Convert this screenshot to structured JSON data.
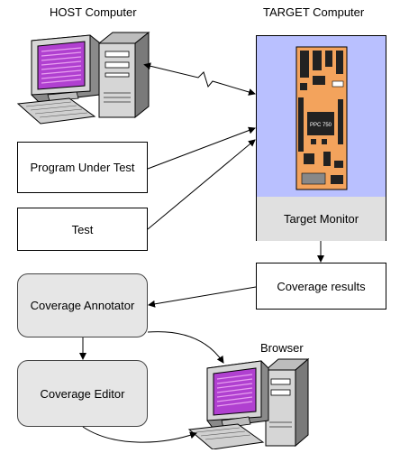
{
  "labels": {
    "host_title": "HOST Computer",
    "target_title": "TARGET Computer",
    "browser_title": "Browser",
    "chip_text": "PPC 750"
  },
  "boxes": {
    "program_under_test": "Program Under Test",
    "test": "Test",
    "target_monitor": "Target Monitor",
    "coverage_results": "Coverage results",
    "coverage_annotator": "Coverage Annotator",
    "coverage_editor": "Coverage Editor"
  },
  "colors": {
    "screen": "#b040d0",
    "screen_lines": "#e8a0f0",
    "board": "#f3a35c",
    "board_chip": "#222222",
    "target_panel": "#b9c0ff",
    "monitor_panel": "#e0e0e0",
    "rounded_box": "#e6e6e6"
  }
}
